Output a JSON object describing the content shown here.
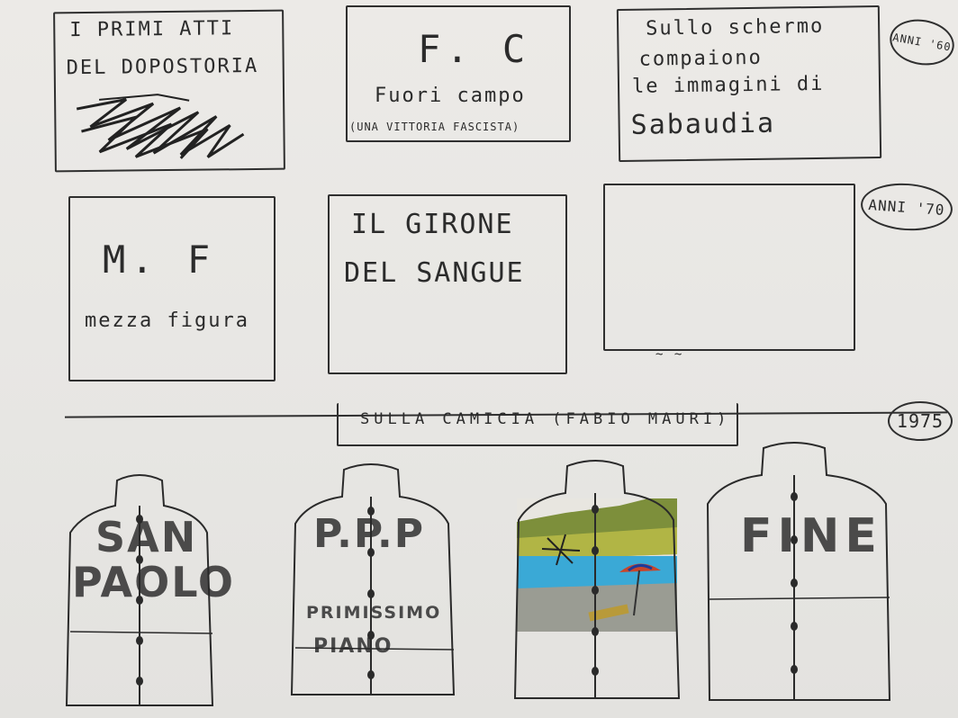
{
  "row1": {
    "panel1": {
      "line1": "I PRIMI ATTI",
      "line2": "DEL DOPOSTORIA"
    },
    "panel2": {
      "code": "F. C",
      "label": "Fuori campo",
      "note": "(UNA VITTORIA FASCISTA)"
    },
    "panel3": {
      "line1": "Sullo schermo",
      "line2": "compaiono",
      "line3": "le immagini di",
      "line4": "Sabaudia"
    },
    "badge": "ANNI '60"
  },
  "row2": {
    "panel1": {
      "code": "M. F",
      "label": "mezza figura"
    },
    "panel2": {
      "line1": "IL GIRONE",
      "line2": "DEL SANGUE"
    },
    "panel3": {
      "mark": "~ ~"
    },
    "badge": "ANNI '70"
  },
  "row3": {
    "title": "SULLA CAMICIA (FABIO MAURI)",
    "badge": "1975",
    "shirts": [
      {
        "line1": "SAN",
        "line2": "PAOLO"
      },
      {
        "line1": "P.P.P",
        "line2": "PRIMISSIMO",
        "line3": "PIANO"
      },
      {
        "image": "beach-scene"
      },
      {
        "line1": "FINE"
      }
    ]
  },
  "colors": {
    "paper": "#e9e8e5",
    "ink": "#2f2f2f",
    "sea": "#3aa9d6",
    "sand": "#9a9c93",
    "hill": "#7d8f3b"
  }
}
